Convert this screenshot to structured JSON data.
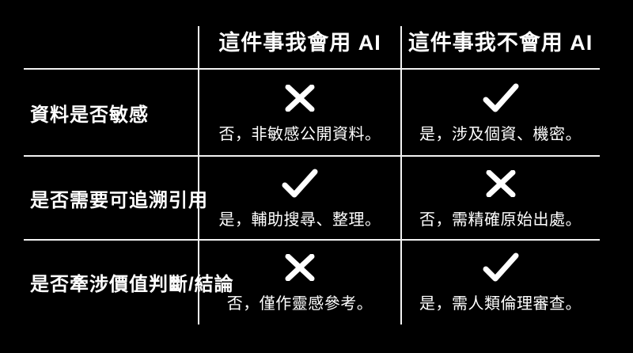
{
  "colors": {
    "background": "#000000",
    "text": "#ffffff",
    "line": "#f2f2f2"
  },
  "table": {
    "columns": [
      {
        "header": ""
      },
      {
        "header": "這件事我會用 AI"
      },
      {
        "header": "這件事我不會用 AI"
      }
    ],
    "rows": [
      {
        "label": "資料是否敏感",
        "cells": [
          {
            "mark": "cross",
            "mark_icon": "cross-icon",
            "text": "否，非敏感公開資料。"
          },
          {
            "mark": "check",
            "mark_icon": "check-icon",
            "text": "是，涉及個資、機密。"
          }
        ]
      },
      {
        "label": "是否需要可追溯引用",
        "cells": [
          {
            "mark": "check",
            "mark_icon": "check-icon",
            "text": "是，輔助搜尋、整理。"
          },
          {
            "mark": "cross",
            "mark_icon": "cross-icon",
            "text": "否，需精確原始出處。"
          }
        ]
      },
      {
        "label": "是否牽涉價值判斷/結論",
        "cells": [
          {
            "mark": "cross",
            "mark_icon": "cross-icon",
            "text": "否，僅作靈感參考。"
          },
          {
            "mark": "check",
            "mark_icon": "check-icon",
            "text": "是，需人類倫理審查。"
          }
        ]
      }
    ]
  }
}
